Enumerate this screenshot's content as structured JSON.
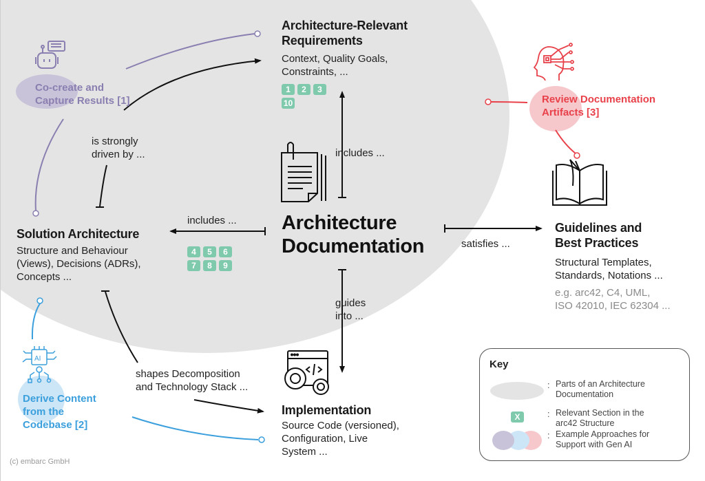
{
  "diagram": {
    "center": {
      "title_line1": "Architecture",
      "title_line2": "Documentation"
    },
    "requirements": {
      "title_line1": "Architecture-Relevant",
      "title_line2": "Requirements",
      "desc_line1": "Context, Quality Goals,",
      "desc_line2": "Constraints, ...",
      "sections": [
        "1",
        "2",
        "3",
        "10"
      ]
    },
    "solution": {
      "title": "Solution Architecture",
      "desc_line1": "Structure and Behaviour",
      "desc_line2": "(Views), Decisions (ADRs),",
      "desc_line3": "Concepts ...",
      "sections": [
        "4",
        "5",
        "6",
        "7",
        "8",
        "9"
      ]
    },
    "guidelines": {
      "title_line1": "Guidelines and",
      "title_line2": "Best Practices",
      "desc_line1": "Structural Templates,",
      "desc_line2": "Standards, Notations ...",
      "examples_line1": "e.g. arc42, C4, UML,",
      "examples_line2": "ISO 42010, IEC 62304 ..."
    },
    "implementation": {
      "title": "Implementation",
      "desc_line1": "Source Code (versioned),",
      "desc_line2": "Configuration, Live",
      "desc_line3": "System ..."
    },
    "relations": {
      "includes_req": "includes ...",
      "includes_sol": "includes ...",
      "satisfies": "satisfies ...",
      "guides_line1": "guides",
      "guides_line2": "into ...",
      "driven_line1": "is strongly",
      "driven_line2": "driven by ...",
      "shapes_line1": "shapes Decomposition",
      "shapes_line2": "and Technology Stack ..."
    },
    "ai_approaches": [
      {
        "label_line1": "Co-create and",
        "label_line2": "Capture Results [1]",
        "color": "#8a7fb0",
        "blob": "#c9c3da",
        "icon": "robot-chat-icon"
      },
      {
        "label_line1": "Derive Content",
        "label_line2": "from the",
        "label_line3": "Codebase [2]",
        "color": "#3a9fdc",
        "blob": "#cde6f7",
        "icon": "ai-chip-icon"
      },
      {
        "label_line1": "Review Documentation",
        "label_line2": "Artifacts [3]",
        "color": "#e8414a",
        "blob": "#f6c8cc",
        "icon": "ai-head-icon"
      }
    ],
    "copyright": "(c) embarc GmbH"
  },
  "key": {
    "title": "Key",
    "items": [
      {
        "colon": ":",
        "line1": "Parts of an Architecture",
        "line2": "Documentation"
      },
      {
        "colon": ":",
        "symbol": "X",
        "line1": "Relevant Section in the",
        "line2": "arc42 Structure"
      },
      {
        "colon": ":",
        "line1": "Example Approaches for",
        "line2": "Support with Gen AI"
      }
    ]
  },
  "colors": {
    "ellipse": "#e4e4e4",
    "badge": "#7fc9ad",
    "purple": "#8a7fb0",
    "blue": "#3a9fdc",
    "red": "#e8414a"
  }
}
